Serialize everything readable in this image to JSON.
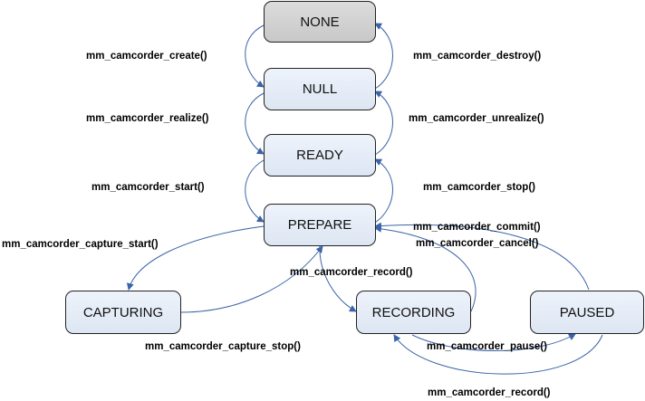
{
  "colors": {
    "arrow": "#3a64a8",
    "state_fill": "#e6ecf7",
    "state_fill_none": "#d0d0d0",
    "state_border": "#222222"
  },
  "states": {
    "none": "NONE",
    "null": "NULL",
    "ready": "READY",
    "prepare": "PREPARE",
    "capturing": "CAPTURING",
    "recording": "RECORDING",
    "paused": "PAUSED"
  },
  "transitions": {
    "create": "mm_camcorder_create()",
    "destroy": "mm_camcorder_destroy()",
    "realize": "mm_camcorder_realize()",
    "unrealize": "mm_camcorder_unrealize()",
    "start": "mm_camcorder_start()",
    "stop": "mm_camcorder_stop()",
    "capture_start": "mm_camcorder_capture_start()",
    "commit": "mm_camcorder_commit()",
    "cancel": "mm_camcorder_cancel()",
    "record": "mm_camcorder_record()",
    "capture_stop": "mm_camcorder_capture_stop()",
    "pause": "mm_camcorder_pause()",
    "record_resume": "mm_camcorder_record()"
  }
}
